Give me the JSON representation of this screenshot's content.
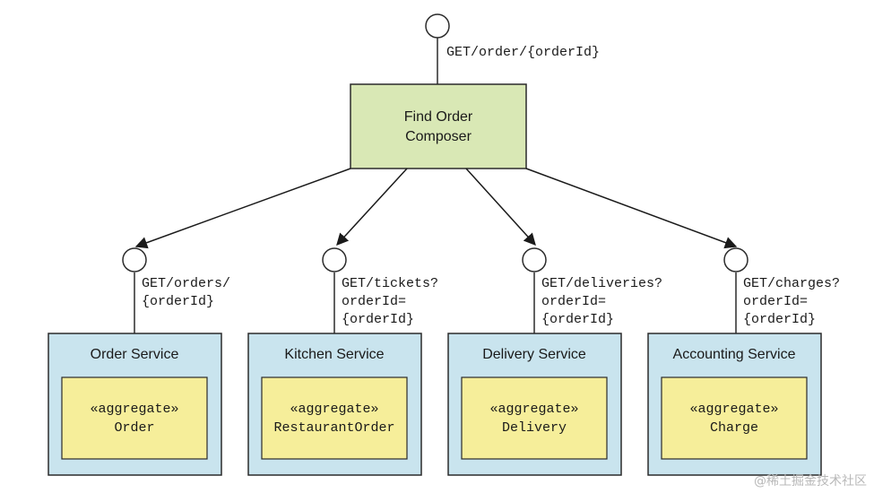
{
  "composer": {
    "label_lines": [
      "Find Order",
      "Composer"
    ],
    "endpoint": "GET/order/{orderId}"
  },
  "services": [
    {
      "name": "Order Service",
      "stereotype": "«aggregate»",
      "aggregate": "Order",
      "endpoint_lines": [
        "GET/orders/",
        "{orderId}"
      ]
    },
    {
      "name": "Kitchen Service",
      "stereotype": "«aggregate»",
      "aggregate": "RestaurantOrder",
      "endpoint_lines": [
        "GET/tickets?",
        "orderId=",
        "{orderId}"
      ]
    },
    {
      "name": "Delivery Service",
      "stereotype": "«aggregate»",
      "aggregate": "Delivery",
      "endpoint_lines": [
        "GET/deliveries?",
        "orderId=",
        "{orderId}"
      ]
    },
    {
      "name": "Accounting Service",
      "stereotype": "«aggregate»",
      "aggregate": "Charge",
      "endpoint_lines": [
        "GET/charges?",
        "orderId=",
        "{orderId}"
      ]
    }
  ],
  "watermark": "@稀土掘金技术社区",
  "colors": {
    "composer_fill": "#d9e8b5",
    "service_fill": "#c9e4ee",
    "aggregate_fill": "#f6ee9a",
    "stroke": "#2b2b2b"
  }
}
